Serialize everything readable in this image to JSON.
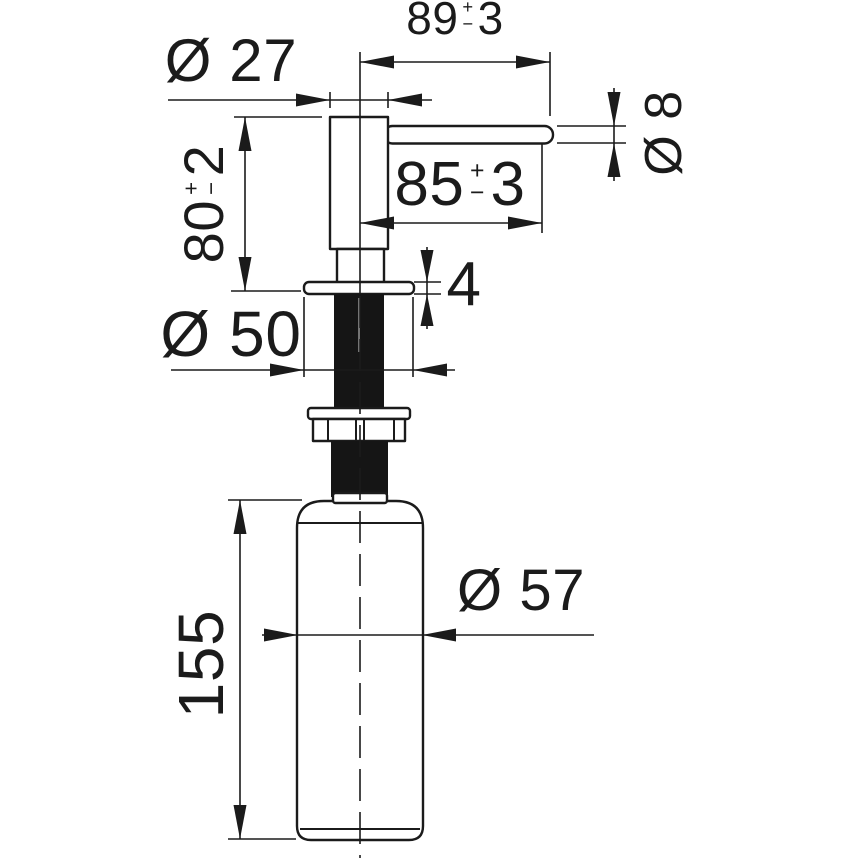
{
  "drawing": {
    "title": "Soap dispenser dimensional drawing",
    "colors": {
      "line": "#1b1b1b",
      "solid_fill": "#151515",
      "background": "#ffffff"
    }
  },
  "symbols": {
    "plus": "+",
    "minus": "−"
  },
  "dims": {
    "d89": {
      "value": "89",
      "tol": "3"
    },
    "d27": {
      "text": "Ø 27"
    },
    "d85": {
      "value": "85",
      "tol": "3"
    },
    "d8": {
      "text": "Ø 8"
    },
    "d80": {
      "value": "80",
      "tol": "2"
    },
    "d4": {
      "text": "4"
    },
    "d50": {
      "text": "Ø 50"
    },
    "d57": {
      "text": "Ø 57"
    },
    "d155": {
      "text": "155"
    }
  }
}
